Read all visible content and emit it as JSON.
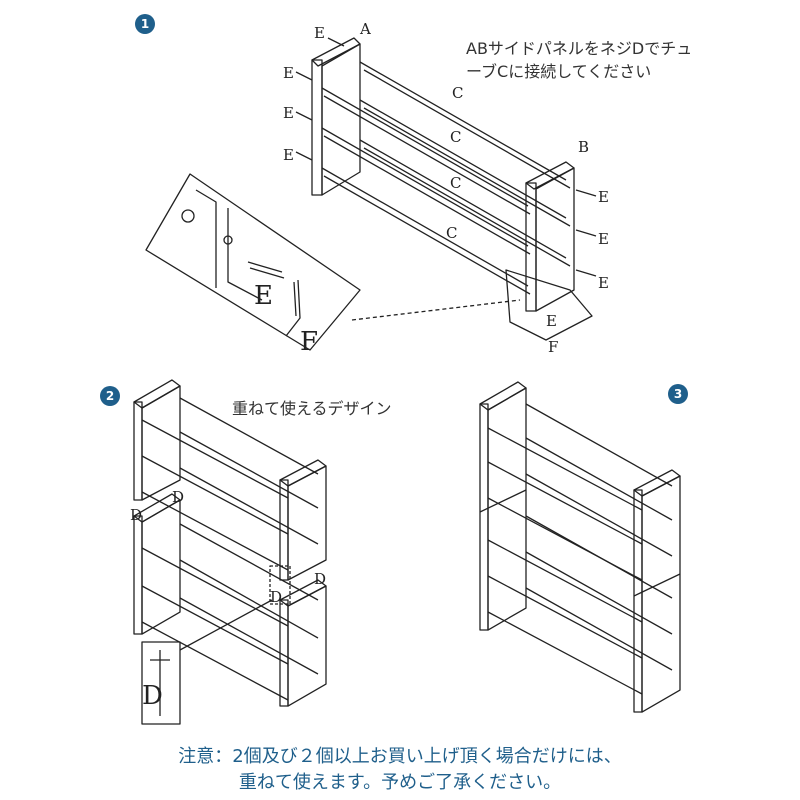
{
  "steps": {
    "one": "1",
    "two": "2",
    "three": "3"
  },
  "step1": {
    "caption_line1": "ABサイドパネルをネジDでチュ",
    "caption_line2": "ーブCに接続してください",
    "label_A": "A",
    "label_B": "B",
    "label_C": "C",
    "label_E": "E",
    "label_F": "F"
  },
  "step2": {
    "caption": "重ねて使えるデザイン",
    "label_D": "D"
  },
  "note": {
    "line1": "注意：2個及び２個以上お買い上げ頂く場合だけには、",
    "line2": "重ねて使えます。予めご了承ください。"
  },
  "colors": {
    "line": "#222222",
    "accent": "#1f5f8b"
  }
}
